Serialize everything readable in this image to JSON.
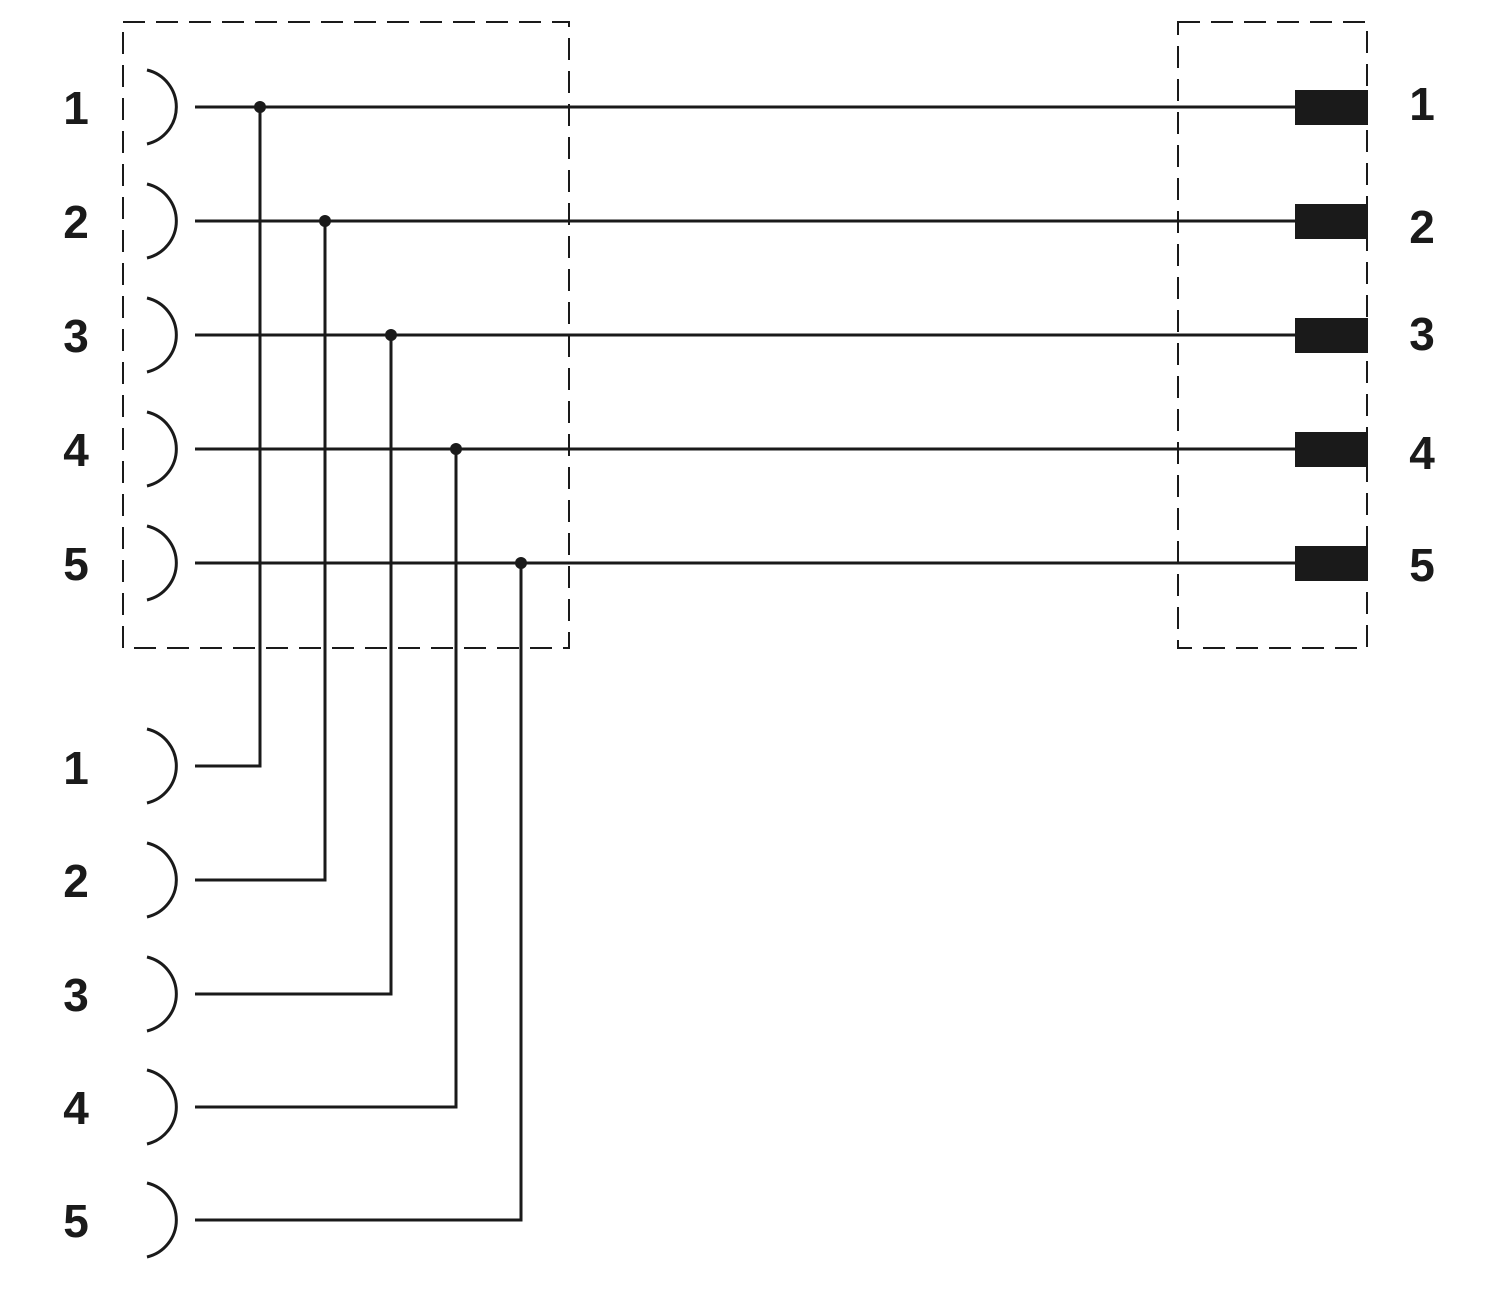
{
  "diagram": {
    "colors": {
      "line": "#1a1a1a",
      "background": "#ffffff"
    },
    "connector_left_main": {
      "pins": [
        "1",
        "2",
        "3",
        "4",
        "5"
      ],
      "type": "socket"
    },
    "connector_right": {
      "pins": [
        "1",
        "2",
        "3",
        "4",
        "5"
      ],
      "type": "pin"
    },
    "connector_left_branch": {
      "pins": [
        "1",
        "2",
        "3",
        "4",
        "5"
      ],
      "type": "socket"
    }
  }
}
